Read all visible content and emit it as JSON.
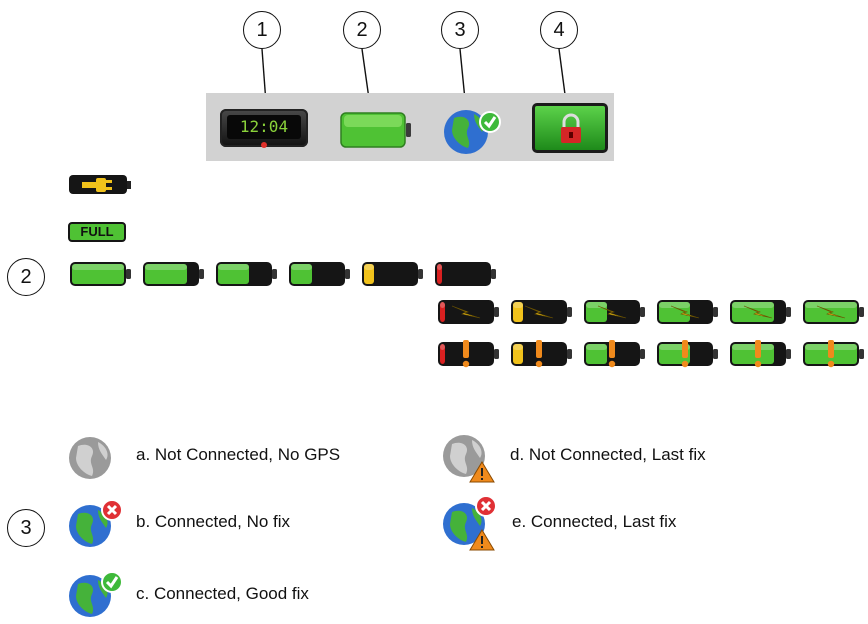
{
  "callouts": {
    "top": [
      "1",
      "2",
      "3",
      "4"
    ],
    "side_battery": "2",
    "side_gps": "3"
  },
  "status_bar": {
    "clock_time": "12:04",
    "battery_level": 1.0,
    "gps_status": "connected-good-fix",
    "lock_icon": "lock-icon"
  },
  "battery": {
    "full_label": "FULL",
    "levels": [
      1.0,
      0.8,
      0.6,
      0.4,
      0.2,
      0.05
    ],
    "charging_levels": [
      0.05,
      0.2,
      0.4,
      0.6,
      0.8,
      1.0
    ],
    "warning_levels": [
      0.05,
      0.2,
      0.4,
      0.6,
      0.8,
      1.0
    ],
    "colors": {
      "green": "#4fc234",
      "yellow": "#f1c21b",
      "red": "#d92020",
      "body": "#151515",
      "warn": "#f08a1c"
    }
  },
  "gps_legend": {
    "a": "a. Not Connected, No GPS",
    "b": "b. Connected, No fix",
    "c": "c. Connected, Good fix",
    "d": "d. Not Connected, Last fix",
    "e": "e. Connected, Last fix"
  }
}
